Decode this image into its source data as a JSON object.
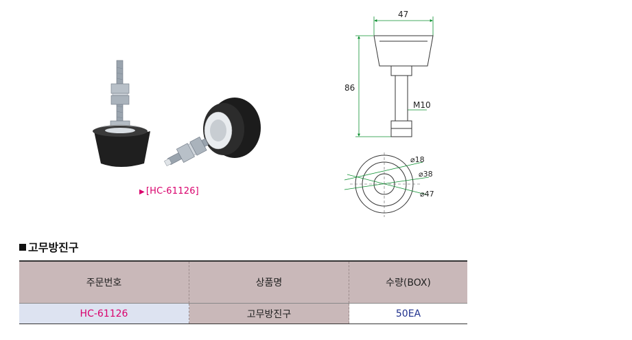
{
  "product": {
    "caption": "[HC-61126]"
  },
  "drawing": {
    "dim_top": "47",
    "dim_inner": "38",
    "dim_height": "86",
    "dim_thread": "M10",
    "dim_d1": "18",
    "dim_d2": "38",
    "dim_d3": "47",
    "diameter_symbol": "⌀"
  },
  "section": {
    "title": "고무방진구"
  },
  "table": {
    "headers": [
      "주문번호",
      "상품명",
      "수량(BOX)"
    ],
    "row": {
      "code": "HC-61126",
      "name": "고무방진구",
      "qty": "50EA"
    }
  }
}
